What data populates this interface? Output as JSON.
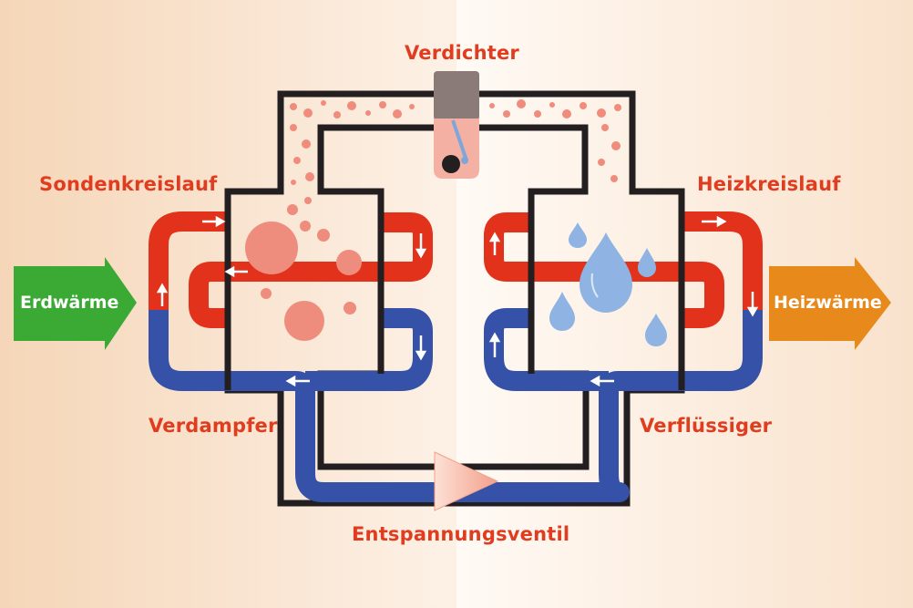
{
  "labels": {
    "compressor": "Verdichter",
    "source_loop": "Sondenkreislauf",
    "heating_loop": "Heizkreislauf",
    "evaporator": "Verdampfer",
    "condenser": "Verflüssiger",
    "expansion_valve": "Entspannungsventil",
    "ground_heat": "Erdwärme",
    "heating_heat": "Heizwärme"
  },
  "colors": {
    "background_left": "#f6dcc1",
    "background_right": "#fbe9d9",
    "hot_pipe": "#e2321c",
    "cold_pipe": "#3552a8",
    "refrigerant_outline": "#231f20",
    "label": "#e03c1f",
    "ground_heat_arrow": "#3aaa35",
    "heating_heat_arrow": "#e8891b",
    "vapor": "#f08c7c",
    "droplet": "#8fb4e3",
    "compressor_top": "#8a7a78",
    "compressor_body": "#f4b0a3"
  }
}
